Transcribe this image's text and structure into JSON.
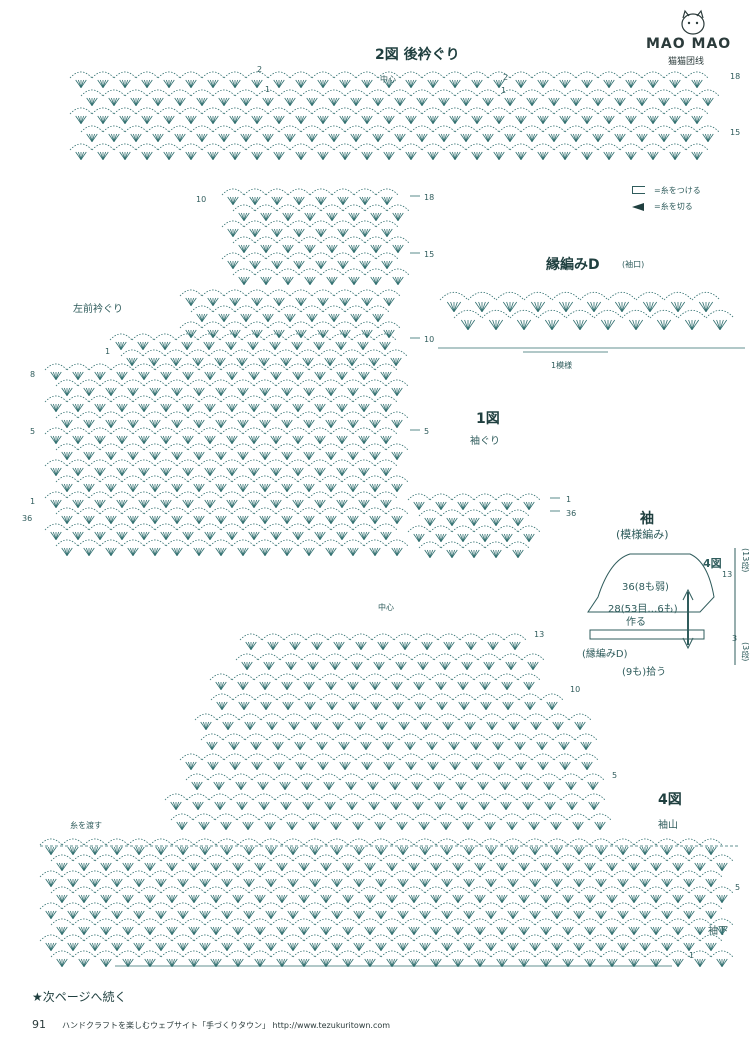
{
  "logo": {
    "word": "MAO MAO",
    "sub": "猫猫团线"
  },
  "fig2": {
    "title": "2図  後衿ぐり",
    "center": "中心",
    "row_left_2": "2",
    "row_left_1": "1",
    "row_right_2": "2",
    "row_right_1": "1",
    "row_18": "18",
    "row_15": "15"
  },
  "fig1": {
    "title": "1図",
    "subtitle": "袖ぐり",
    "left_label": "左前衿ぐり",
    "rows_right": [
      "18",
      "15",
      "10",
      "5",
      "1",
      "36"
    ],
    "rows_left": [
      "10",
      "1",
      "8",
      "5",
      "1",
      "36"
    ]
  },
  "legend": {
    "attach": "=糸をつける",
    "cut": "=糸を切る"
  },
  "edging": {
    "title": "縁編みD",
    "sub": "(袖口)",
    "repeat": "1模様"
  },
  "sleeve": {
    "title": "袖",
    "sub": "(模様編み)",
    "fig": "4図",
    "w36": "36(8も弱)",
    "w28": "28(53目…6も)",
    "make": "作る",
    "edge": "(縁編みD)",
    "pick": "(9も)拾う",
    "h13": "13",
    "h13b": "(13段)",
    "h3": "3",
    "h3b": "(3段)"
  },
  "fig4": {
    "title": "4図",
    "cap": "袖山",
    "under": "袖下",
    "center": "中心",
    "pass": "糸を渡す",
    "r13": "13",
    "r10": "10",
    "r5": "5",
    "r5b": "5",
    "r1": "1"
  },
  "footer": {
    "continue": "★次ページへ続く",
    "page": "91",
    "text": "ハンドクラフトを楽しむウェブサイト「手づくりタウン」  http://www.tezukuritown.com"
  }
}
